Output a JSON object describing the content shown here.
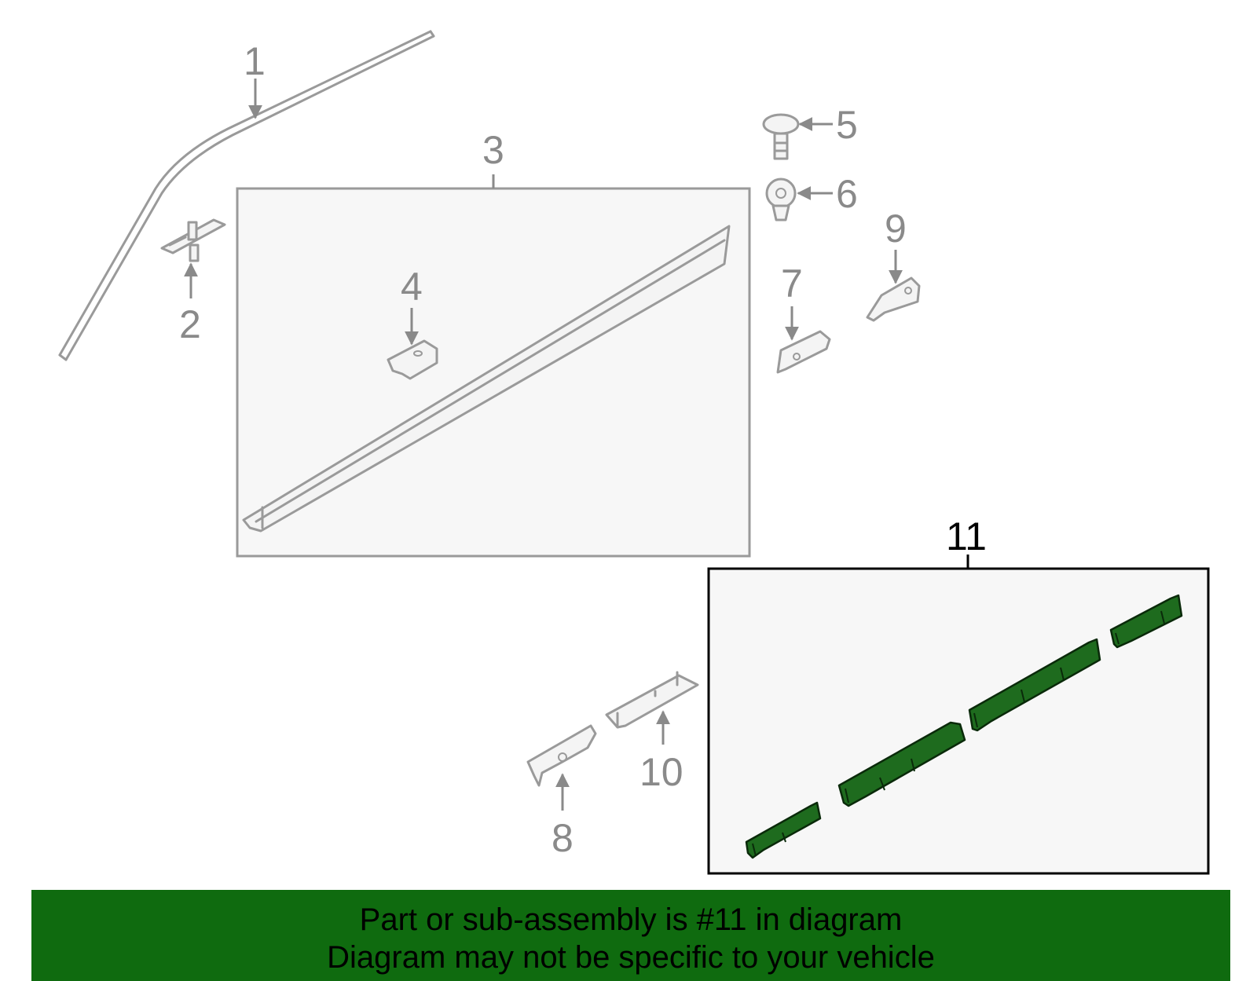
{
  "callouts": {
    "c1": "1",
    "c2": "2",
    "c3": "3",
    "c4": "4",
    "c5": "5",
    "c6": "6",
    "c7": "7",
    "c8": "8",
    "c9": "9",
    "c10": "10",
    "c11": "11"
  },
  "highlighted_part": "11",
  "colors": {
    "highlight": "#1e6b1e",
    "banner": "#0f6b0f",
    "part_outline": "#9a9a9a"
  },
  "banner": {
    "line1": "Part or sub-assembly is #11 in diagram",
    "line2": "Diagram may not be specific to your vehicle"
  }
}
